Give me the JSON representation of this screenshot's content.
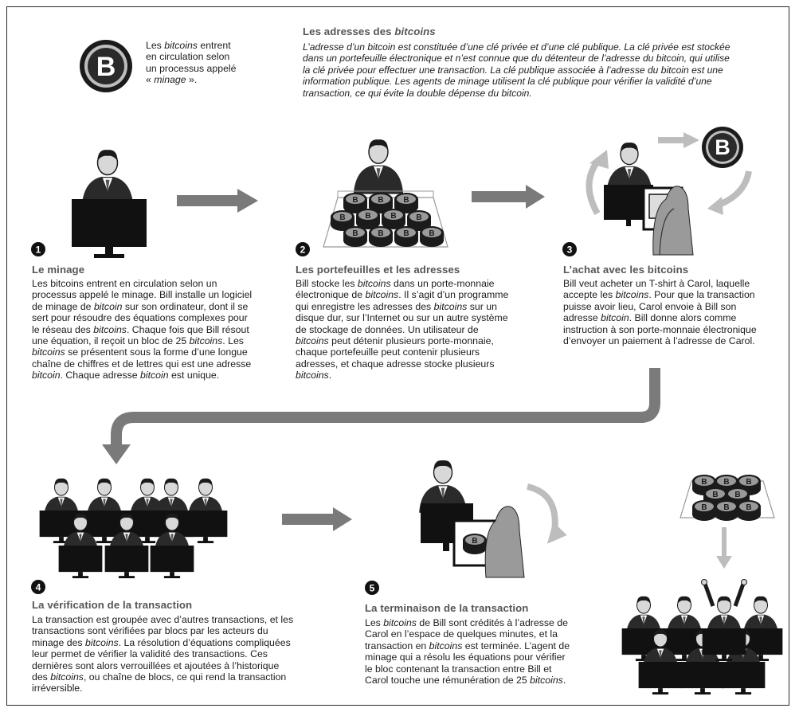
{
  "intro": {
    "p1": "Les ",
    "p1_it": "bitcoins",
    "p2": " entrent",
    "l2": "en circulation selon",
    "l3": "un processus appelé",
    "l4a": "« ",
    "l4_it": "minage",
    "l4b": " »."
  },
  "addresses": {
    "title_a": "Les adresses des ",
    "title_it": "bitcoins",
    "lines": [
      "L’adresse d’un bitcoin est constituée d’une clé privée et d’une clé publique. La clé privée est stockée",
      "dans un portefeuille électronique et n’est connue que du détenteur de l’adresse du bitcoin, qui utilise",
      "la clé privée pour effectuer une transaction. La clé publique associée à l’adresse du bitcoin est une",
      "information publique. Les agents de minage utilisent la clé publique pour vérifier la validité d’une",
      "transaction, ce qui évite la double dépense du bitcoin."
    ]
  },
  "bitcoin_symbol": "B",
  "steps": [
    {
      "num": "1",
      "title": "Le minage",
      "lines": [
        [
          [
            "Les bitcoins entrent en circulation selon un",
            0
          ]
        ],
        [
          [
            "processus appelé le minage. Bill installe un logiciel",
            0
          ]
        ],
        [
          [
            "de minage de ",
            0
          ],
          [
            "bitcoin",
            1
          ],
          [
            " sur son ordinateur, dont il se",
            0
          ]
        ],
        [
          [
            "sert pour résoudre des équations complexes pour",
            0
          ]
        ],
        [
          [
            "le réseau des ",
            0
          ],
          [
            "bitcoins",
            1
          ],
          [
            ". Chaque fois que Bill résout",
            0
          ]
        ],
        [
          [
            "une équation, il reçoit un bloc de 25 ",
            0
          ],
          [
            "bitcoins",
            1
          ],
          [
            ". Les",
            0
          ]
        ],
        [
          [
            "bitcoins",
            1
          ],
          [
            " se présentent sous la forme d’une longue",
            0
          ]
        ],
        [
          [
            "chaîne de chiffres et de lettres qui est une adresse",
            0
          ]
        ],
        [
          [
            "bitcoin",
            1
          ],
          [
            ". Chaque adresse ",
            0
          ],
          [
            "bitcoin",
            1
          ],
          [
            " est unique.",
            0
          ]
        ]
      ]
    },
    {
      "num": "2",
      "title": "Les portefeuilles et les adresses",
      "lines": [
        [
          [
            "Bill stocke les ",
            0
          ],
          [
            "bitcoins",
            1
          ],
          [
            " dans un porte-monnaie",
            0
          ]
        ],
        [
          [
            "électronique de ",
            0
          ],
          [
            "bitcoins",
            1
          ],
          [
            ". Il s’agit d’un programme",
            0
          ]
        ],
        [
          [
            "qui enregistre les adresses des ",
            0
          ],
          [
            "bitcoins",
            1
          ],
          [
            " sur un",
            0
          ]
        ],
        [
          [
            "disque dur, sur l’Internet ou sur un autre système",
            0
          ]
        ],
        [
          [
            "de stockage de données. Un utilisateur de",
            0
          ]
        ],
        [
          [
            "bitcoins",
            1
          ],
          [
            " peut détenir plusieurs porte-monnaie,",
            0
          ]
        ],
        [
          [
            "chaque portefeuille peut contenir plusieurs",
            0
          ]
        ],
        [
          [
            "adresses, et chaque adresse stocke plusieurs",
            0
          ]
        ],
        [
          [
            "bitcoins",
            1
          ],
          [
            ".",
            0
          ]
        ]
      ]
    },
    {
      "num": "3",
      "title": "L’achat avec les bitcoins",
      "lines": [
        [
          [
            "Bill veut acheter un T-shirt à Carol, laquelle",
            0
          ]
        ],
        [
          [
            "accepte les ",
            0
          ],
          [
            "bitcoins",
            1
          ],
          [
            ". Pour que la transaction",
            0
          ]
        ],
        [
          [
            "puisse avoir lieu, Carol envoie à Bill son",
            0
          ]
        ],
        [
          [
            "adresse ",
            0
          ],
          [
            "bitcoin",
            1
          ],
          [
            ". Bill donne alors comme",
            0
          ]
        ],
        [
          [
            "instruction à son porte-monnaie électronique",
            0
          ]
        ],
        [
          [
            "d’envoyer un paiement à l’adresse de Carol.",
            0
          ]
        ]
      ]
    },
    {
      "num": "4",
      "title": "La vérification de la transaction",
      "lines": [
        [
          [
            "La transaction est groupée avec d’autres transactions, et les",
            0
          ]
        ],
        [
          [
            "transactions sont vérifiées par blocs par les acteurs du",
            0
          ]
        ],
        [
          [
            "minage des ",
            0
          ],
          [
            "bitcoins",
            1
          ],
          [
            ". La résolution d’équations compliquées",
            0
          ]
        ],
        [
          [
            "leur permet de vérifier la validité des transactions. Ces",
            0
          ]
        ],
        [
          [
            "dernières sont alors verrouillées et ajoutées à l’historique",
            0
          ]
        ],
        [
          [
            "des ",
            0
          ],
          [
            "bitcoins",
            1
          ],
          [
            ", ou chaîne de blocs, ce qui rend la transaction",
            0
          ]
        ],
        [
          [
            "irréversible.",
            0
          ]
        ]
      ]
    },
    {
      "num": "5",
      "title": "La terminaison de la transaction",
      "lines": [
        [
          [
            "Les ",
            0
          ],
          [
            "bitcoins",
            1
          ],
          [
            " de Bill sont crédités à l’adresse de",
            0
          ]
        ],
        [
          [
            "Carol en l’espace de quelques minutes, et la",
            0
          ]
        ],
        [
          [
            "transaction en ",
            0
          ],
          [
            "bitcoins",
            1
          ],
          [
            " est terminée. L’agent de",
            0
          ]
        ],
        [
          [
            "minage qui a résolu les équations pour vérifier",
            0
          ]
        ],
        [
          [
            "le bloc contenant la transaction entre Bill et",
            0
          ]
        ],
        [
          [
            "Carol touche une rémunération de 25 ",
            0
          ],
          [
            "bitcoins",
            1
          ],
          [
            ".",
            0
          ]
        ]
      ]
    }
  ],
  "colors": {
    "arrow": "#7a7a7a",
    "arrow_light": "#bdbdbd",
    "ink": "#1b1b1b",
    "title": "#555555"
  }
}
